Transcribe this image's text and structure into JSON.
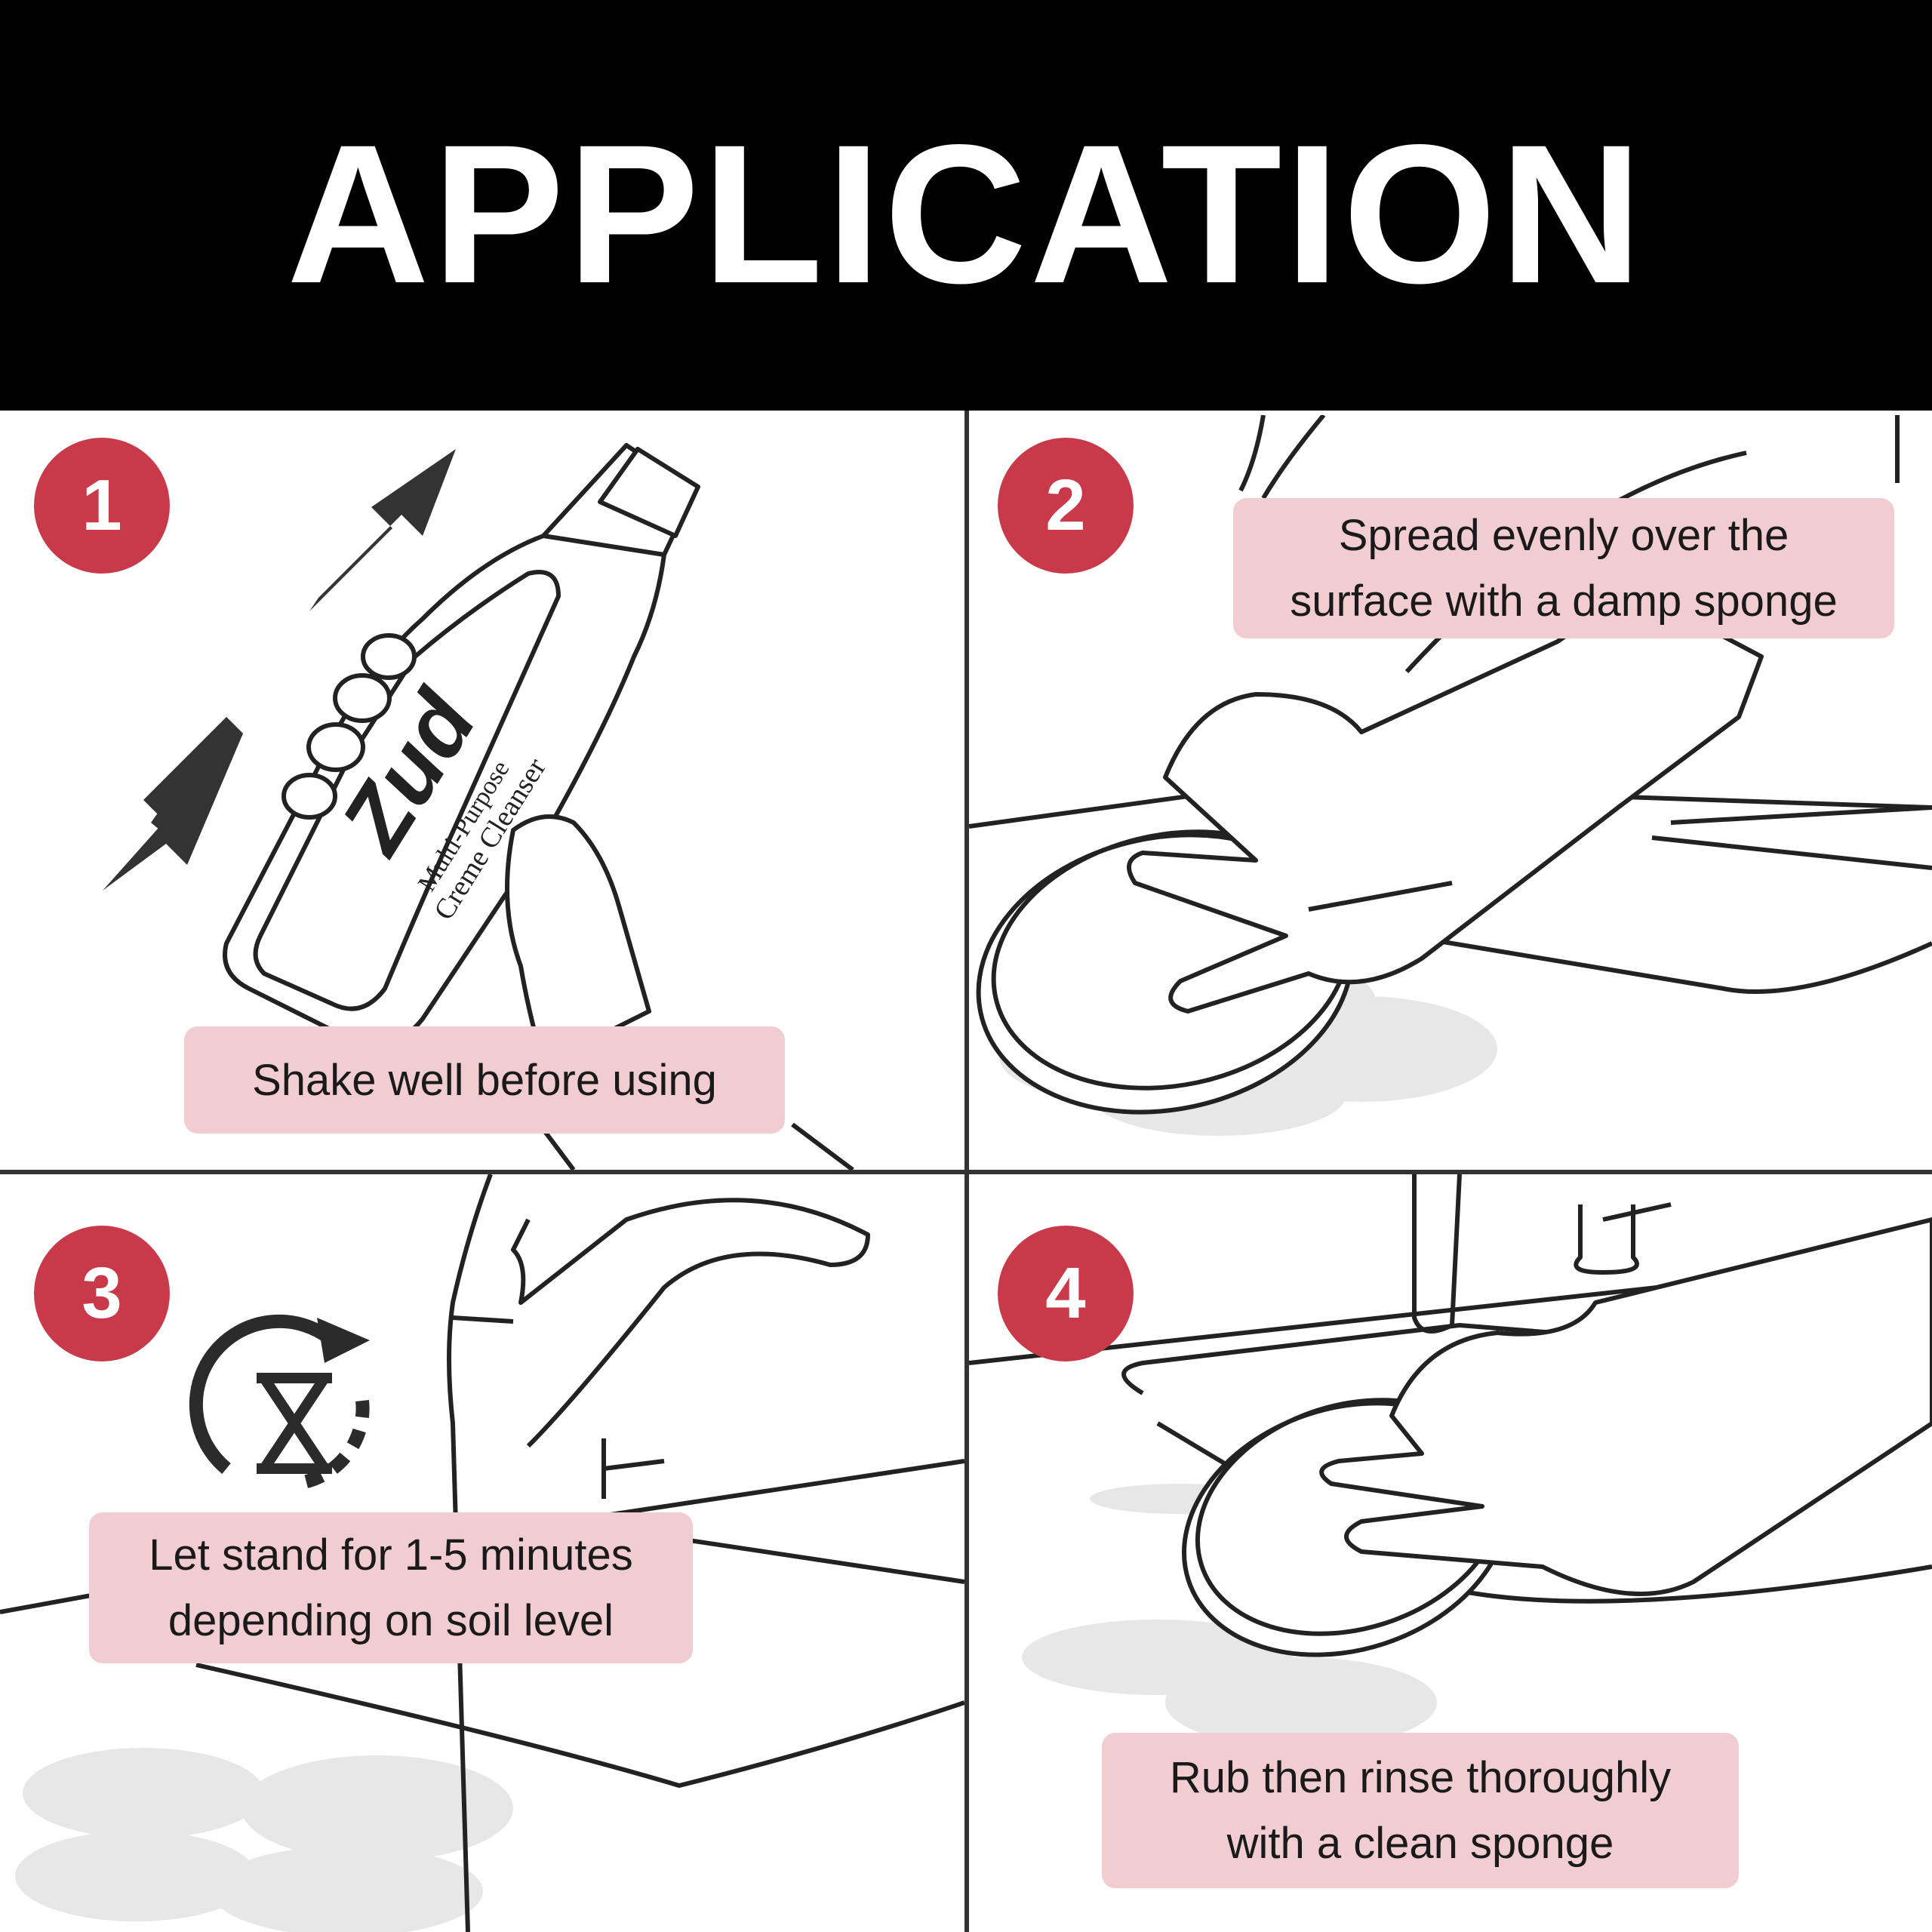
{
  "header": {
    "title": "APPLICATION"
  },
  "colors": {
    "badge": "#c8394a",
    "caption_bg": "#f1cdd2",
    "line": "#333333",
    "shadow": "#d9d9d9"
  },
  "steps": [
    {
      "number": "1",
      "caption_lines": [
        "Shake well before using"
      ],
      "label_brand": "Zud",
      "label_line1": "Multi-Purpose",
      "label_line2": "Creme Cleanser"
    },
    {
      "number": "2",
      "caption_lines": [
        "Spread evenly over the",
        "surface with a damp sponge"
      ]
    },
    {
      "number": "3",
      "caption_lines": [
        "Let stand for 1-5 minutes",
        "depending on soil level"
      ]
    },
    {
      "number": "4",
      "caption_lines": [
        "Rub then rinse thoroughly",
        "with a clean sponge"
      ]
    }
  ],
  "icons": {
    "shake_up": "arrow-up-right-icon",
    "shake_down": "arrow-down-left-icon",
    "timer": "hourglass-timer-icon"
  }
}
